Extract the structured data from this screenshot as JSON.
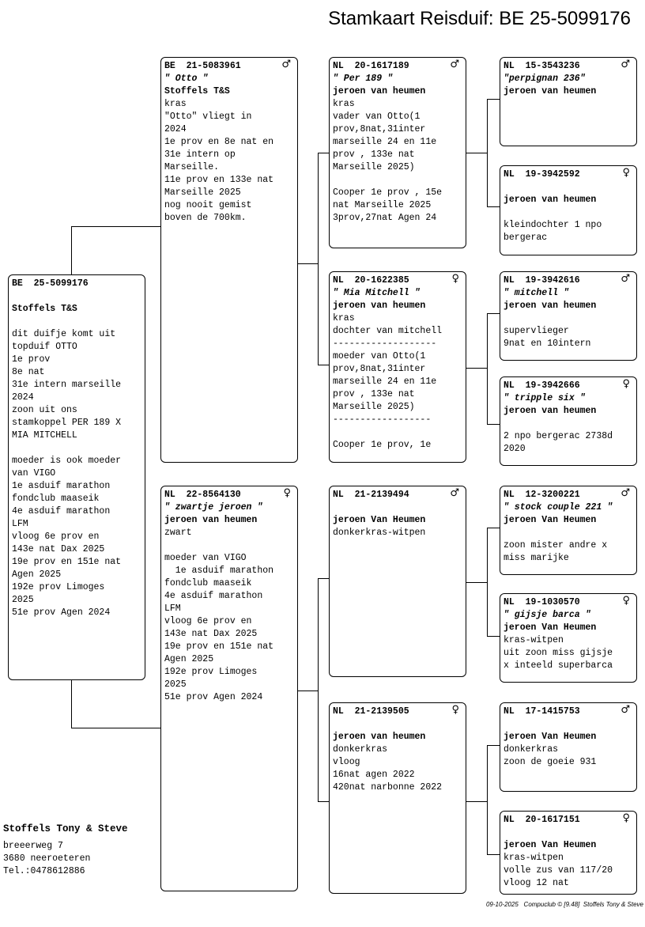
{
  "title": "Stamkaart Reisduif: BE  25-5099176",
  "symbols": {
    "male": "♂",
    "female": "♀"
  },
  "cards": {
    "subject": {
      "sex": "",
      "lines": [
        {
          "t": "BE  25-5099176",
          "s": "bold"
        },
        {
          "t": "",
          "s": ""
        },
        {
          "t": "Stoffels T&S",
          "s": "bold"
        },
        {
          "t": "",
          "s": ""
        },
        {
          "t": "dit duifje komt uit",
          "s": ""
        },
        {
          "t": "topduif OTTO",
          "s": ""
        },
        {
          "t": "1e prov",
          "s": ""
        },
        {
          "t": "8e nat",
          "s": ""
        },
        {
          "t": "31e intern marseille",
          "s": ""
        },
        {
          "t": "2024",
          "s": ""
        },
        {
          "t": "zoon uit ons",
          "s": ""
        },
        {
          "t": "stamkoppel PER 189 X",
          "s": ""
        },
        {
          "t": "MIA MITCHELL",
          "s": ""
        },
        {
          "t": "",
          "s": ""
        },
        {
          "t": "moeder is ook moeder",
          "s": ""
        },
        {
          "t": "van VIGO",
          "s": ""
        },
        {
          "t": "1e asduif marathon",
          "s": ""
        },
        {
          "t": "fondclub maaseik",
          "s": ""
        },
        {
          "t": "4e asduif marathon",
          "s": ""
        },
        {
          "t": "LFM",
          "s": ""
        },
        {
          "t": "vloog 6e prov en",
          "s": ""
        },
        {
          "t": "143e nat Dax 2025",
          "s": ""
        },
        {
          "t": "19e prov en 151e nat",
          "s": ""
        },
        {
          "t": "Agen 2025",
          "s": ""
        },
        {
          "t": "192e prov Limoges",
          "s": ""
        },
        {
          "t": "2025",
          "s": ""
        },
        {
          "t": "51e prov Agen 2024",
          "s": ""
        }
      ]
    },
    "father": {
      "sex": "male",
      "lines": [
        {
          "t": "BE  21-5083961",
          "s": "bold"
        },
        {
          "t": "\" Otto \"",
          "s": "ital"
        },
        {
          "t": "Stoffels T&S",
          "s": "bold"
        },
        {
          "t": "kras",
          "s": ""
        },
        {
          "t": "\"Otto\" vliegt in",
          "s": ""
        },
        {
          "t": "2024",
          "s": ""
        },
        {
          "t": "1e prov en 8e nat en",
          "s": ""
        },
        {
          "t": "31e intern op",
          "s": ""
        },
        {
          "t": "Marseille.",
          "s": ""
        },
        {
          "t": "11e prov en 133e nat",
          "s": ""
        },
        {
          "t": "Marseille 2025",
          "s": ""
        },
        {
          "t": "nog nooit gemist",
          "s": ""
        },
        {
          "t": "boven de 700km.",
          "s": ""
        }
      ]
    },
    "mother": {
      "sex": "female",
      "lines": [
        {
          "t": "NL  22-8564130",
          "s": "bold"
        },
        {
          "t": "\" zwartje jeroen \"",
          "s": "ital"
        },
        {
          "t": "jeroen van heumen",
          "s": "bold"
        },
        {
          "t": "zwart",
          "s": ""
        },
        {
          "t": "",
          "s": ""
        },
        {
          "t": "moeder van VIGO",
          "s": ""
        },
        {
          "t": "  1e asduif marathon",
          "s": ""
        },
        {
          "t": "fondclub maaseik",
          "s": ""
        },
        {
          "t": "4e asduif marathon",
          "s": ""
        },
        {
          "t": "LFM",
          "s": ""
        },
        {
          "t": "vloog 6e prov en",
          "s": ""
        },
        {
          "t": "143e nat Dax 2025",
          "s": ""
        },
        {
          "t": "19e prov en 151e nat",
          "s": ""
        },
        {
          "t": "Agen 2025",
          "s": ""
        },
        {
          "t": "192e prov Limoges",
          "s": ""
        },
        {
          "t": "2025",
          "s": ""
        },
        {
          "t": "51e prov Agen 2024",
          "s": ""
        }
      ]
    },
    "ff": {
      "sex": "male",
      "lines": [
        {
          "t": "NL  20-1617189",
          "s": "bold"
        },
        {
          "t": "\" Per 189 \"",
          "s": "ital"
        },
        {
          "t": "jeroen van heumen",
          "s": "bold"
        },
        {
          "t": "kras",
          "s": ""
        },
        {
          "t": "vader van Otto(1",
          "s": ""
        },
        {
          "t": "prov,8nat,31inter",
          "s": ""
        },
        {
          "t": "marseille 24 en 11e",
          "s": ""
        },
        {
          "t": "prov , 133e nat",
          "s": ""
        },
        {
          "t": "Marseille 2025)",
          "s": ""
        },
        {
          "t": "",
          "s": ""
        },
        {
          "t": "Cooper 1e prov , 15e",
          "s": ""
        },
        {
          "t": "nat Marseille 2025",
          "s": ""
        },
        {
          "t": "3prov,27nat Agen 24",
          "s": ""
        }
      ]
    },
    "fm": {
      "sex": "female",
      "lines": [
        {
          "t": "NL  20-1622385",
          "s": "bold"
        },
        {
          "t": "\" Mia Mitchell \"",
          "s": "ital"
        },
        {
          "t": "jeroen van heumen",
          "s": "bold"
        },
        {
          "t": "kras",
          "s": ""
        },
        {
          "t": "dochter van mitchell",
          "s": ""
        },
        {
          "t": "-------------------",
          "s": ""
        },
        {
          "t": "moeder van Otto(1",
          "s": ""
        },
        {
          "t": "prov,8nat,31inter",
          "s": ""
        },
        {
          "t": "marseille 24 en 11e",
          "s": ""
        },
        {
          "t": "prov , 133e nat",
          "s": ""
        },
        {
          "t": "Marseille 2025)",
          "s": ""
        },
        {
          "t": "------------------",
          "s": ""
        },
        {
          "t": "",
          "s": ""
        },
        {
          "t": "Cooper 1e prov, 1e",
          "s": ""
        }
      ]
    },
    "mf": {
      "sex": "male",
      "lines": [
        {
          "t": "NL  21-2139494",
          "s": "bold"
        },
        {
          "t": "",
          "s": ""
        },
        {
          "t": "jeroen Van Heumen",
          "s": "bold"
        },
        {
          "t": "donkerkras-witpen",
          "s": ""
        }
      ]
    },
    "mm": {
      "sex": "female",
      "lines": [
        {
          "t": "NL  21-2139505",
          "s": "bold"
        },
        {
          "t": "",
          "s": ""
        },
        {
          "t": "jeroen van heumen",
          "s": "bold"
        },
        {
          "t": "donkerkras",
          "s": ""
        },
        {
          "t": "vloog",
          "s": ""
        },
        {
          "t": "16nat agen 2022",
          "s": ""
        },
        {
          "t": "420nat narbonne 2022",
          "s": ""
        }
      ]
    },
    "fff": {
      "sex": "male",
      "lines": [
        {
          "t": "NL  15-3543236",
          "s": "bold"
        },
        {
          "t": "\"perpignan 236\"",
          "s": "ital"
        },
        {
          "t": "jeroen van heumen",
          "s": "bold"
        }
      ]
    },
    "ffm": {
      "sex": "female",
      "lines": [
        {
          "t": "NL  19-3942592",
          "s": "bold"
        },
        {
          "t": "",
          "s": ""
        },
        {
          "t": "jeroen van heumen",
          "s": "bold"
        },
        {
          "t": "",
          "s": ""
        },
        {
          "t": "kleindochter 1 npo",
          "s": ""
        },
        {
          "t": "bergerac",
          "s": ""
        }
      ]
    },
    "fmf": {
      "sex": "male",
      "lines": [
        {
          "t": "NL  19-3942616",
          "s": "bold"
        },
        {
          "t": "\" mitchell \"",
          "s": "ital"
        },
        {
          "t": "jeroen van heumen",
          "s": "bold"
        },
        {
          "t": "",
          "s": ""
        },
        {
          "t": "supervlieger",
          "s": ""
        },
        {
          "t": "9nat en 10intern",
          "s": ""
        }
      ]
    },
    "fmm": {
      "sex": "female",
      "lines": [
        {
          "t": "NL  19-3942666",
          "s": "bold"
        },
        {
          "t": "\" tripple six \"",
          "s": "ital"
        },
        {
          "t": "jeroen van heumen",
          "s": "bold"
        },
        {
          "t": "",
          "s": ""
        },
        {
          "t": "2 npo bergerac 2738d",
          "s": ""
        },
        {
          "t": "2020",
          "s": ""
        }
      ]
    },
    "mff": {
      "sex": "male",
      "lines": [
        {
          "t": "NL  12-3200221",
          "s": "bold"
        },
        {
          "t": "\" stock couple 221 \"",
          "s": "ital"
        },
        {
          "t": "jeroen Van Heumen",
          "s": "bold"
        },
        {
          "t": "",
          "s": ""
        },
        {
          "t": "zoon mister andre x",
          "s": ""
        },
        {
          "t": "miss marijke",
          "s": ""
        }
      ]
    },
    "mfm": {
      "sex": "female",
      "lines": [
        {
          "t": "NL  19-1030570",
          "s": "bold"
        },
        {
          "t": "\" gijsje barca \"",
          "s": "ital"
        },
        {
          "t": "jeroen Van Heumen",
          "s": "bold"
        },
        {
          "t": "kras-witpen",
          "s": ""
        },
        {
          "t": "uit zoon miss gijsje",
          "s": ""
        },
        {
          "t": "x inteeld superbarca",
          "s": ""
        }
      ]
    },
    "mmf": {
      "sex": "male",
      "lines": [
        {
          "t": "NL  17-1415753",
          "s": "bold"
        },
        {
          "t": "",
          "s": ""
        },
        {
          "t": "jeroen Van Heumen",
          "s": "bold"
        },
        {
          "t": "donkerkras",
          "s": ""
        },
        {
          "t": "zoon de goeie 931",
          "s": ""
        }
      ]
    },
    "mmm": {
      "sex": "female",
      "lines": [
        {
          "t": "NL  20-1617151",
          "s": "bold"
        },
        {
          "t": "",
          "s": ""
        },
        {
          "t": "jeroen Van Heumen",
          "s": "bold"
        },
        {
          "t": "kras-witpen",
          "s": ""
        },
        {
          "t": "volle zus van 117/20",
          "s": ""
        },
        {
          "t": "vloog 12 nat",
          "s": ""
        }
      ]
    }
  },
  "owner": {
    "name": "Stoffels Tony & Steve",
    "street": "breeerweg 7",
    "city": "3680  neeroeteren",
    "phone": "Tel.:0478612886"
  },
  "footer": "09-10-2025   Compuclub © [9.48]  Stoffels Tony & Steve"
}
